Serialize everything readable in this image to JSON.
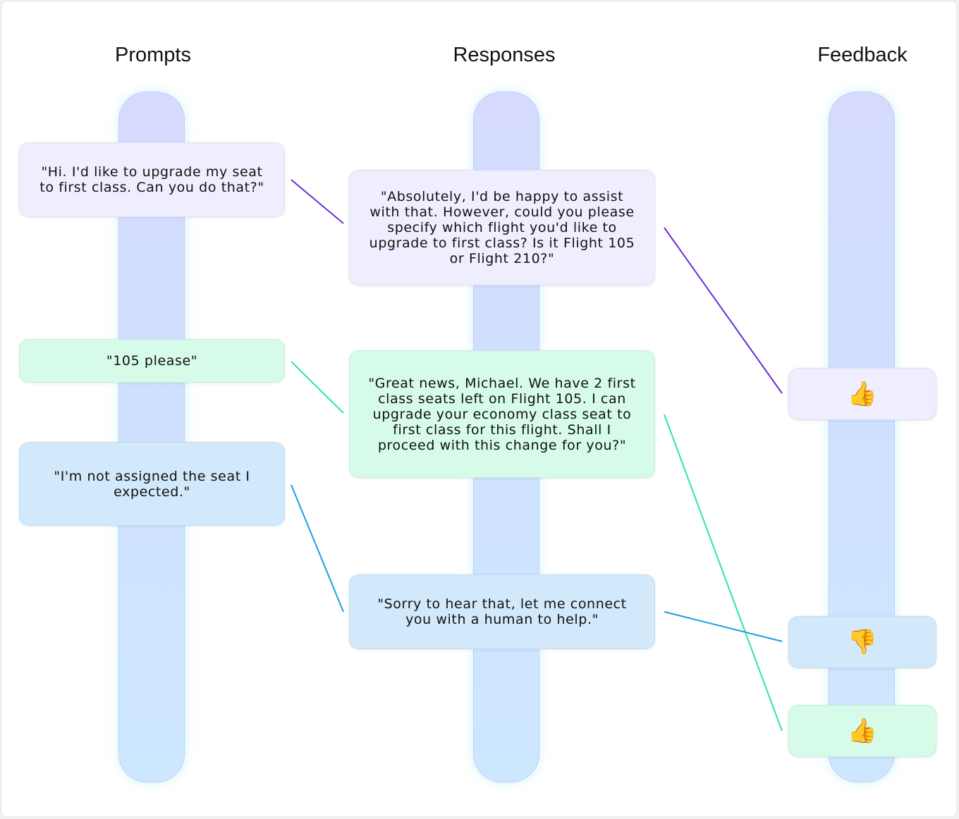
{
  "columns": {
    "prompts": "Prompts",
    "responses": "Responses",
    "feedback": "Feedback"
  },
  "prompts": [
    {
      "text": "\"Hi. I'd like to upgrade my seat to first class. Can you do that?\"",
      "color": "#efeeff"
    },
    {
      "text": "\"105 please\"",
      "color": "#d6fbe9"
    },
    {
      "text": "\"I'm not assigned the seat I expected.\"",
      "color": "#d1e9fb"
    }
  ],
  "responses": [
    {
      "text": "\"Absolutely, I'd be happy to assist with that. However, could you please specify which flight you'd like to upgrade to first class? Is it Flight 105 or Flight 210?\"",
      "color": "#efeeff"
    },
    {
      "text": "\"Great news, Michael. We have 2 first class seats left on Flight 105. I can upgrade your economy class seat to first class for this flight. Shall I proceed with this change for you?\"",
      "color": "#d6fbe9"
    },
    {
      "text": "\"Sorry to hear that, let me connect you with a human to help.\"",
      "color": "#d1e9fb"
    }
  ],
  "feedback": [
    {
      "icon": "thumbs-up-icon",
      "color": "#efeeff"
    },
    {
      "icon": "thumbs-down-icon",
      "color": "#d1e9fb"
    },
    {
      "icon": "thumbs-up-icon",
      "color": "#d6fbe9"
    }
  ],
  "link_colors": {
    "purple": "#6a2bd9",
    "green": "#2ee6a0",
    "blue": "#1a9fe0"
  }
}
